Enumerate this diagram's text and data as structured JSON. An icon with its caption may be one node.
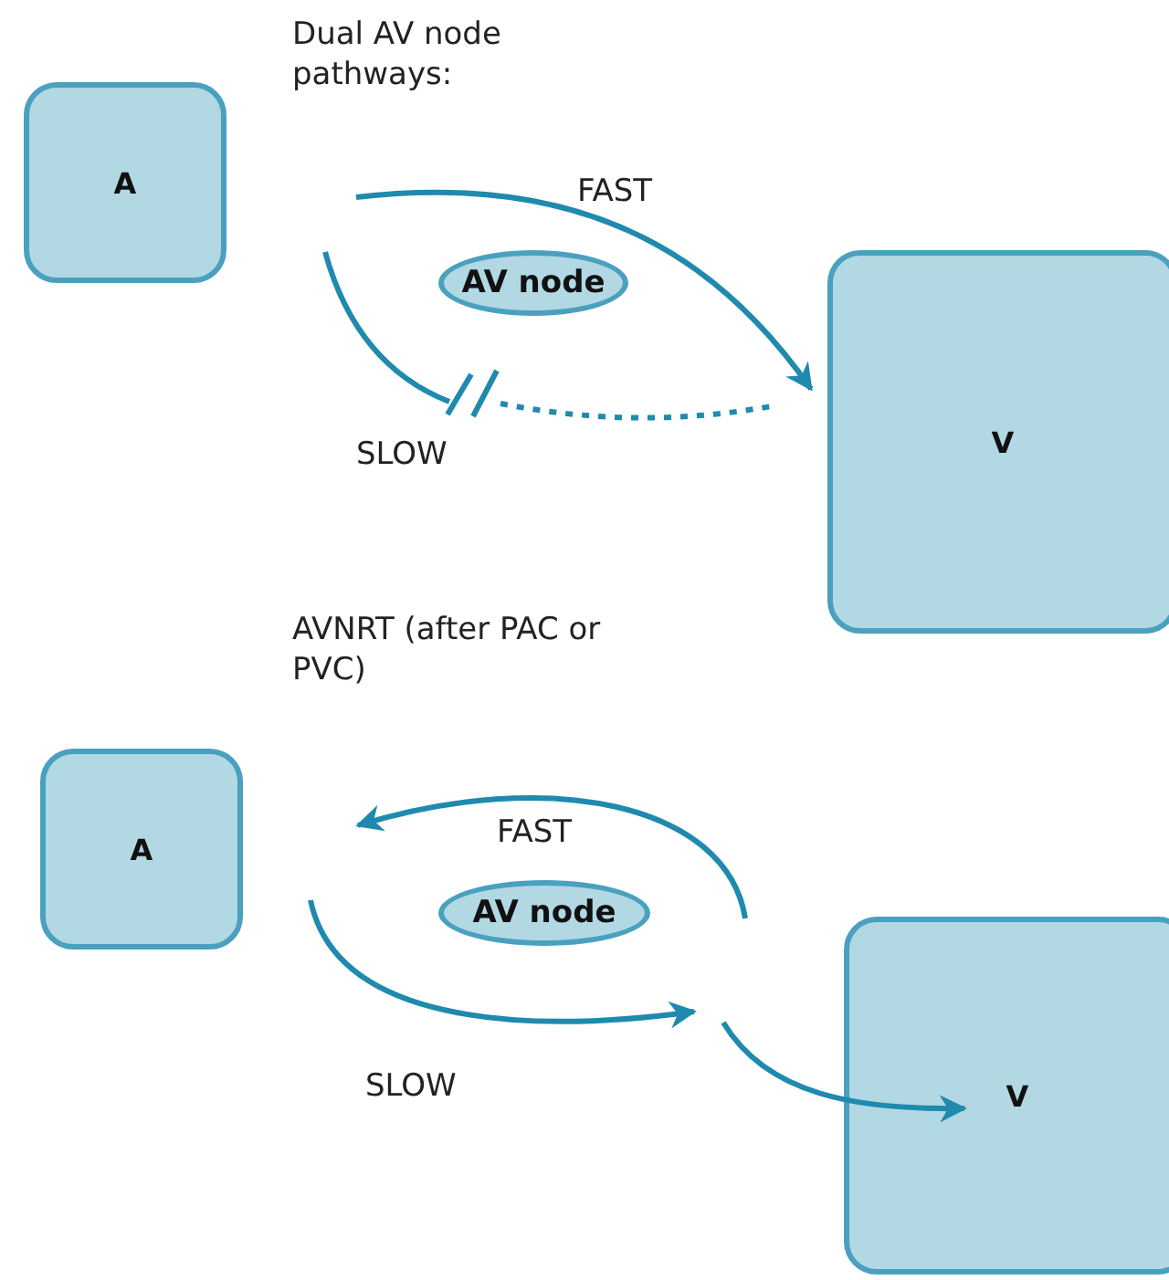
{
  "diagram": {
    "nodes": [
      {
        "text": [
          "A"
        ]
      },
      {
        "text": [
          "AV node"
        ]
      },
      {
        "text": [
          "V"
        ]
      },
      {
        "text": [
          "A"
        ]
      },
      {
        "text": [
          "AV node"
        ]
      },
      {
        "text": [
          "V"
        ]
      }
    ],
    "edges": [
      {
        "from": null,
        "to": 2,
        "arrow": "to",
        "label": "FAST"
      },
      {
        "from": null,
        "to": 5,
        "arrow": "to"
      }
    ],
    "labels": [
      "Dual AV node pathways:",
      "SLOW",
      "AVNRT (after PAC or PVC)",
      "FAST",
      "SLOW"
    ]
  }
}
